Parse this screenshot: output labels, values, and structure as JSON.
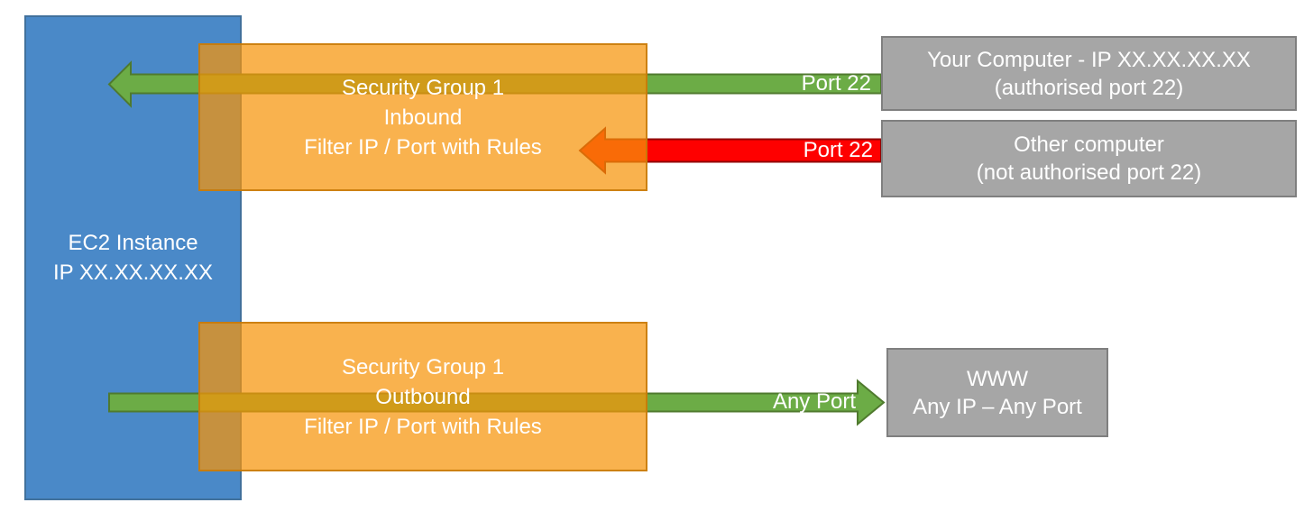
{
  "diagram": {
    "title": "EC2 Security Group inbound/outbound filtering diagram",
    "ec2": {
      "line1": "EC2 Instance",
      "line2": "IP XX.XX.XX.XX"
    },
    "sg_inbound": {
      "line1": "Security Group 1",
      "line2": "Inbound",
      "line3": "Filter IP / Port with Rules"
    },
    "sg_outbound": {
      "line1": "Security Group 1",
      "line2": "Outbound",
      "line3": "Filter IP / Port with Rules"
    },
    "your_computer": {
      "line1": "Your Computer - IP XX.XX.XX.XX",
      "line2": "(authorised port 22)"
    },
    "other_computer": {
      "line1": "Other computer",
      "line2": "(not authorised port 22)"
    },
    "www": {
      "line1": "WWW",
      "line2": "Any IP – Any Port"
    },
    "arrows": {
      "inbound_allowed": {
        "label": "Port 22",
        "meaning": "allowed traffic",
        "fill": "#6CAC46",
        "stroke": "#4F7A2E",
        "direction": "left"
      },
      "inbound_blocked": {
        "label": "Port 22",
        "meaning": "blocked traffic",
        "fill": "#FE0000",
        "stroke": "#900000",
        "direction": "left"
      },
      "outbound_allowed": {
        "label": "Any Port",
        "meaning": "allowed traffic",
        "fill": "#6CAC46",
        "stroke": "#4F7A2E",
        "direction": "right"
      }
    },
    "colors": {
      "ec2_fill": "#4A89C8",
      "ec2_border": "#41719C",
      "security_group_fill": "#F9B04C",
      "security_group_overlap": "#C89435",
      "external_fill": "#A6A6A6",
      "external_border": "#7F7F7F",
      "allowed_green": "#6CAC46",
      "blocked_red": "#FE0000",
      "background": "#FFFFFF"
    }
  }
}
